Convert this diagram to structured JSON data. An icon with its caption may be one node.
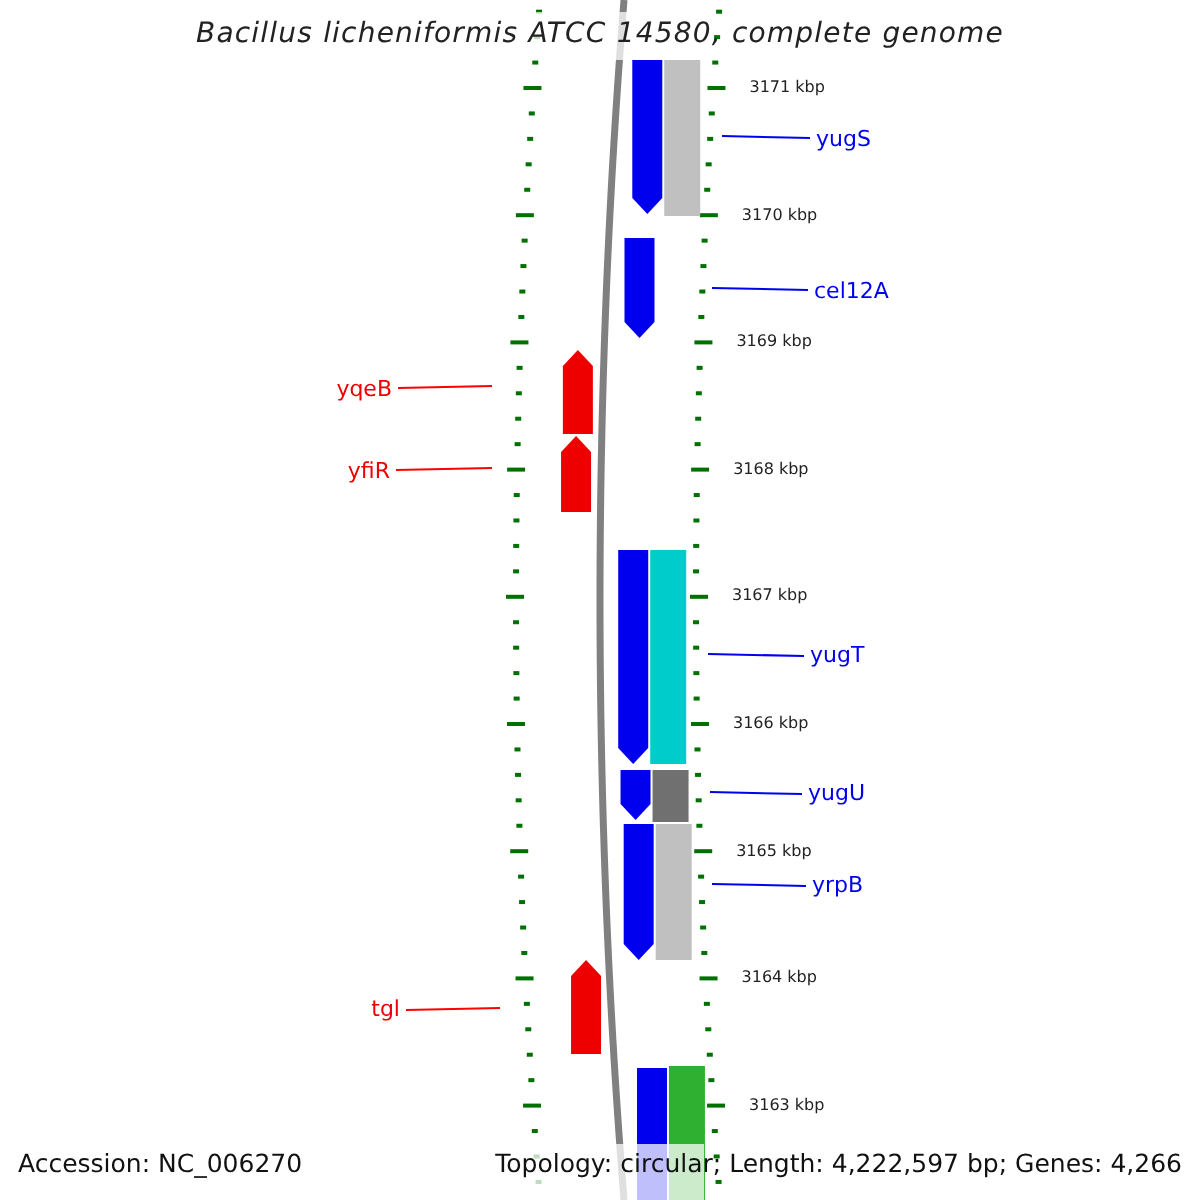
{
  "diagram": {
    "title": "Bacillus licheniformis ATCC 14580, complete genome",
    "nodes": [
      {
        "text": [
          "yugS"
        ]
      },
      {
        "text": [
          "cel12A"
        ]
      },
      {
        "text": [
          "yqeB"
        ]
      },
      {
        "text": [
          "yfiR"
        ]
      },
      {
        "text": [
          "yugT"
        ]
      },
      {
        "text": [
          "yugU"
        ]
      },
      {
        "text": [
          "yrpB"
        ]
      },
      {
        "text": [
          "tgl"
        ]
      },
      {
        "text": [],
        "shape": "picture"
      }
    ],
    "edges": [
      {
        "from": 0,
        "to": 8,
        "arrow": "none"
      },
      {
        "from": 1,
        "to": 8,
        "arrow": "none"
      },
      {
        "from": 2,
        "to": 8,
        "arrow": "none",
        "color": "#ff0000"
      },
      {
        "from": 3,
        "to": 8,
        "arrow": "none",
        "color": "#ff0000"
      },
      {
        "from": 4,
        "to": 8,
        "arrow": "none"
      },
      {
        "from": 5,
        "to": 8,
        "arrow": "none"
      },
      {
        "from": 6,
        "to": 8,
        "arrow": "none"
      },
      {
        "from": 7,
        "to": 8,
        "arrow": "none",
        "color": "#ff0000"
      }
    ],
    "labels": [
      "3171 kbp",
      "3170 kbp",
      "3169 kbp",
      "3168 kbp",
      "3167 kbp",
      "3166 kbp",
      "3165 kbp",
      "3164 kbp",
      "3163 kbp",
      "Accession: NC_006270",
      "Topology: circular; Length: 4,222,597 bp; Genes: 4,266"
    ]
  }
}
